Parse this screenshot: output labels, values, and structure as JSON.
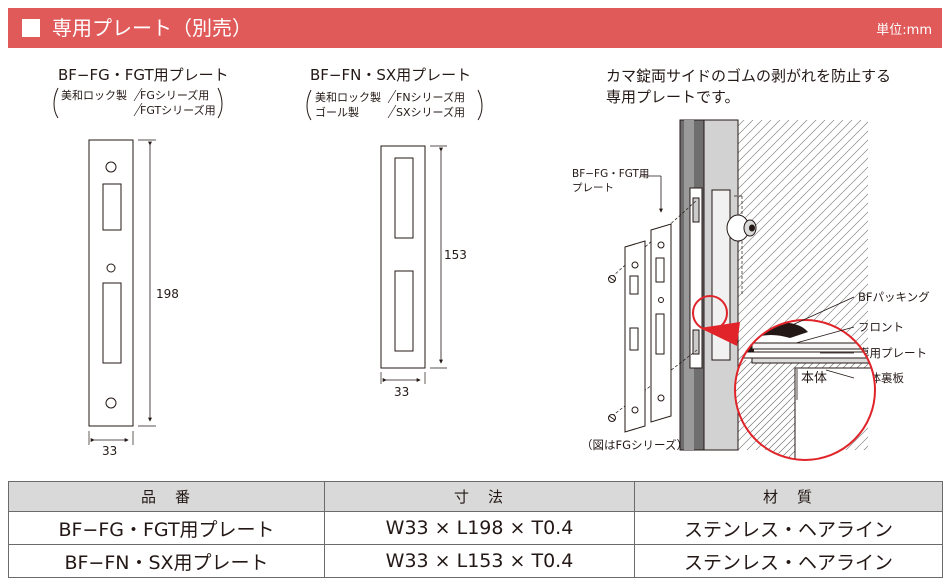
{
  "header": {
    "title": "専用プレート（別売）",
    "unit": "単位:mm",
    "color": "#e05a5a"
  },
  "products": [
    {
      "title": "BF−FG・FGT用プレート",
      "spec_material": "美和ロック製",
      "spec_series_1": "FGシリーズ用",
      "spec_series_2": "FGTシリーズ用",
      "height": "198",
      "width": "33"
    },
    {
      "title": "BF−FN・SX用プレート",
      "spec_material_1": "美和ロック製",
      "spec_material_2": "ゴール製",
      "spec_series_1": "FNシリーズ用",
      "spec_series_2": "SXシリーズ用",
      "height": "153",
      "width": "33"
    }
  ],
  "illustration": {
    "description_line1": "カマ錠両サイドのゴムの剥がれを防止する",
    "description_line2": "専用プレートです。",
    "plate_label_line1": "BF−FG・FGT用",
    "plate_label_line2": "プレート",
    "callouts": [
      "BFパッキング",
      "フロント",
      "専用プレート",
      "本体裏板"
    ],
    "body_label": "本体",
    "caption": "（図はFGシリーズ）",
    "highlight_color": "#e0242a"
  },
  "table": {
    "headers": [
      "品　番",
      "寸　法",
      "材　質"
    ],
    "rows": [
      [
        "BF−FG・FGT用プレート",
        "W33 × L198 × T0.4",
        "ステンレス・ヘアライン"
      ],
      [
        "BF−FN・SX用プレート",
        "W33 × L153 × T0.4",
        "ステンレス・ヘアライン"
      ]
    ]
  }
}
